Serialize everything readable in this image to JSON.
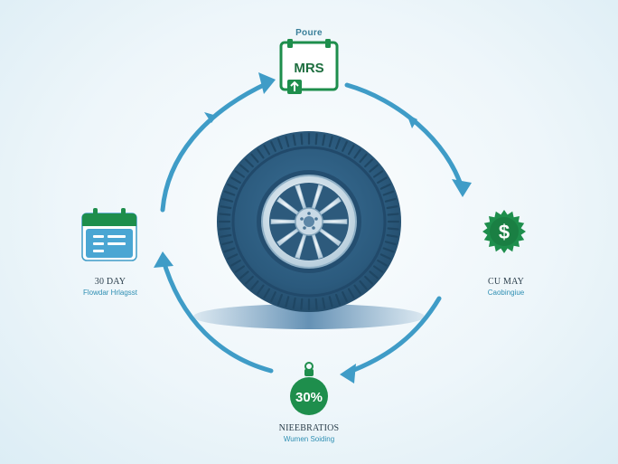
{
  "colors": {
    "arrow": "#3f9cc7",
    "tire_dark": "#2c5b7e",
    "tire_mid": "#3d6f95",
    "rim": "#dce8f0",
    "green": "#1e8e4c",
    "shadow": "#4c7fa8"
  },
  "nodes": {
    "top": {
      "caption": "Poure",
      "icon_text": "MRS",
      "icon": "document-badge-icon"
    },
    "left": {
      "title": "30 DAY",
      "subtitle": "Flowdar Hrlagsst",
      "icon": "calendar-icon"
    },
    "right": {
      "title": "CU MAY",
      "subtitle": "Caobingiue",
      "icon": "dollar-badge-icon",
      "symbol": "$"
    },
    "bottom": {
      "title": "NIEEBRATIOS",
      "subtitle": "Wumen Soiding",
      "icon": "percent-tag-icon",
      "tag_text": "30%"
    }
  },
  "center": {
    "icon": "tire-icon"
  }
}
